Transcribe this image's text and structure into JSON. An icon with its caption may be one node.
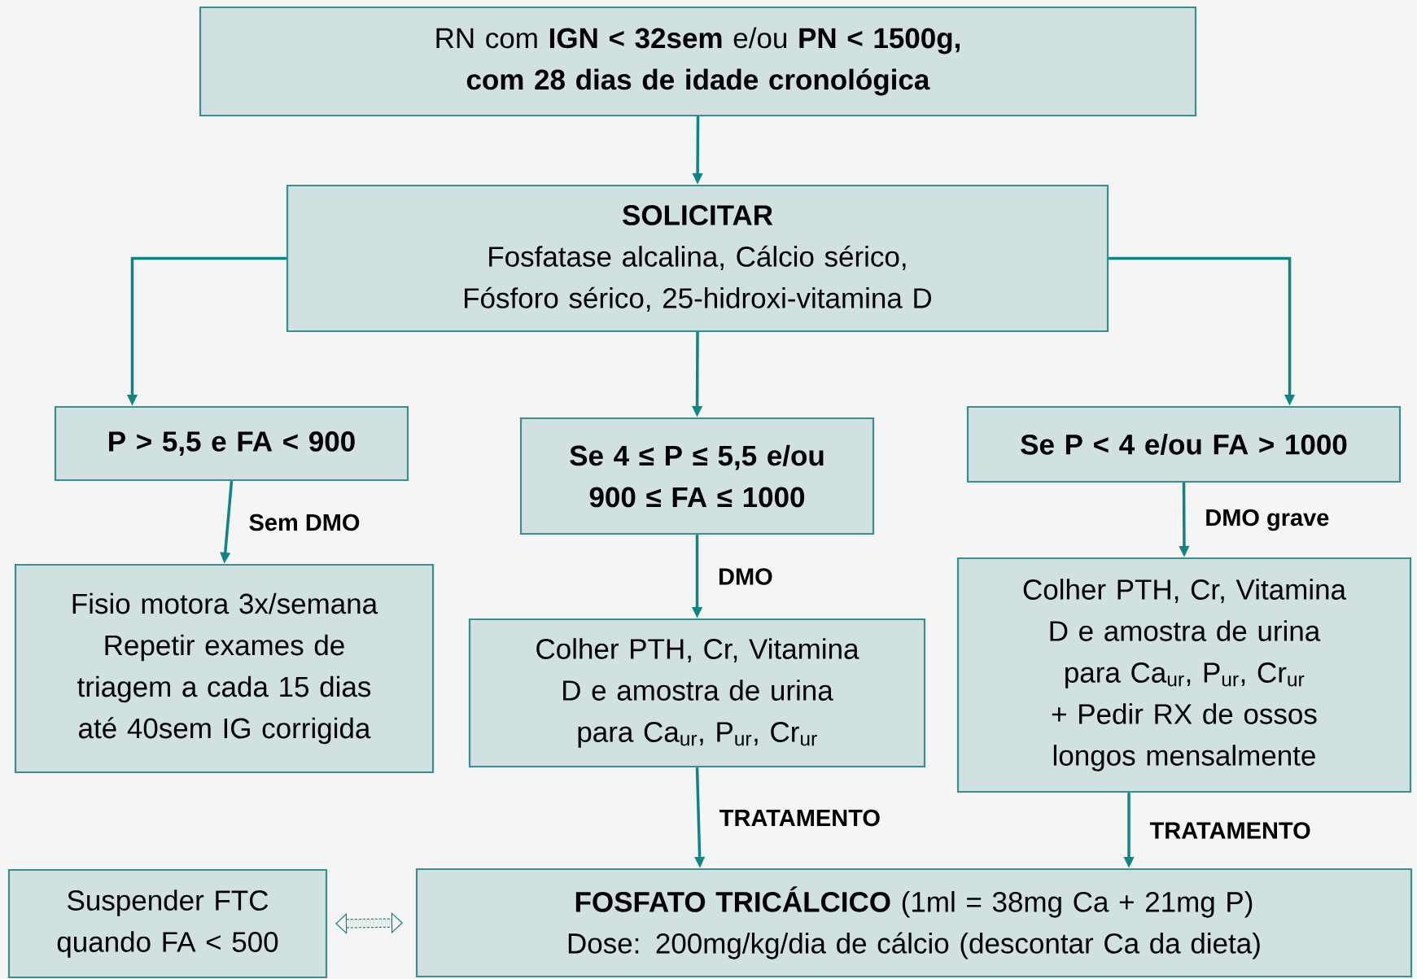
{
  "diagram": {
    "nodes": [
      {
        "text": [
          "RN com **IGN < 32sem** e/ou **PN < 1500g, com 28 dias de idade cronológica**"
        ]
      },
      {
        "text": [
          "SOLICITAR",
          "Fosfatase alcalina, Cálcio sérico, Fósforo sérico, 25-hidroxi-vitamina D"
        ]
      },
      {
        "text": [
          "P > 5,5 e FA < 900"
        ]
      },
      {
        "text": [
          "Se 4 ≤ P ≤ 5,5 e/ou 900 ≤ FA ≤ 1000"
        ]
      },
      {
        "text": [
          "Se P < 4 e/ou FA > 1000"
        ]
      },
      {
        "text": [
          "Fisio motora 3x/semana",
          "Repetir exames de triagem a cada 15 dias até 40sem IG corrigida"
        ]
      },
      {
        "text": [
          "Colher PTH, Cr, Vitamina D e amostra de urina para Ca$_{ur}$, P$_{ur}$, Cr$_{ur}$"
        ]
      },
      {
        "text": [
          "Colher PTH, Cr, Vitamina D e amostra de urina para Ca$_{ur}$, P$_{ur}$, Cr$_{ur}$",
          "+ Pedir RX de ossos longos mensalmente"
        ]
      },
      {
        "text": [
          "Suspender FTC quando FA < 500"
        ]
      },
      {
        "text": [
          "**FOSFATO TRICÁLCICO** (1ml = 38mg Ca + 21mg P)",
          "Dose: 200mg/kg/dia de cálcio (descontar Ca da dieta)"
        ]
      }
    ],
    "edges": [
      {
        "from": 0,
        "to": 1,
        "arrow": "to"
      },
      {
        "from": 1,
        "to": 2,
        "arrow": "to"
      },
      {
        "from": 1,
        "to": 3,
        "arrow": "to"
      },
      {
        "from": 1,
        "to": 4,
        "arrow": "to"
      },
      {
        "from": 2,
        "to": 5,
        "arrow": "to",
        "label": "Sem DMO"
      },
      {
        "from": 3,
        "to": 6,
        "arrow": "to",
        "label": "DMO"
      },
      {
        "from": 4,
        "to": 7,
        "arrow": "to",
        "label": "DMO grave"
      },
      {
        "from": 6,
        "to": 9,
        "arrow": "to",
        "label": "TRATAMENTO"
      },
      {
        "from": 7,
        "to": 9,
        "arrow": "to",
        "label": "TRATAMENTO"
      },
      {
        "from": 8,
        "to": 9,
        "arrow": "both",
        "style": "dashed"
      }
    ]
  }
}
